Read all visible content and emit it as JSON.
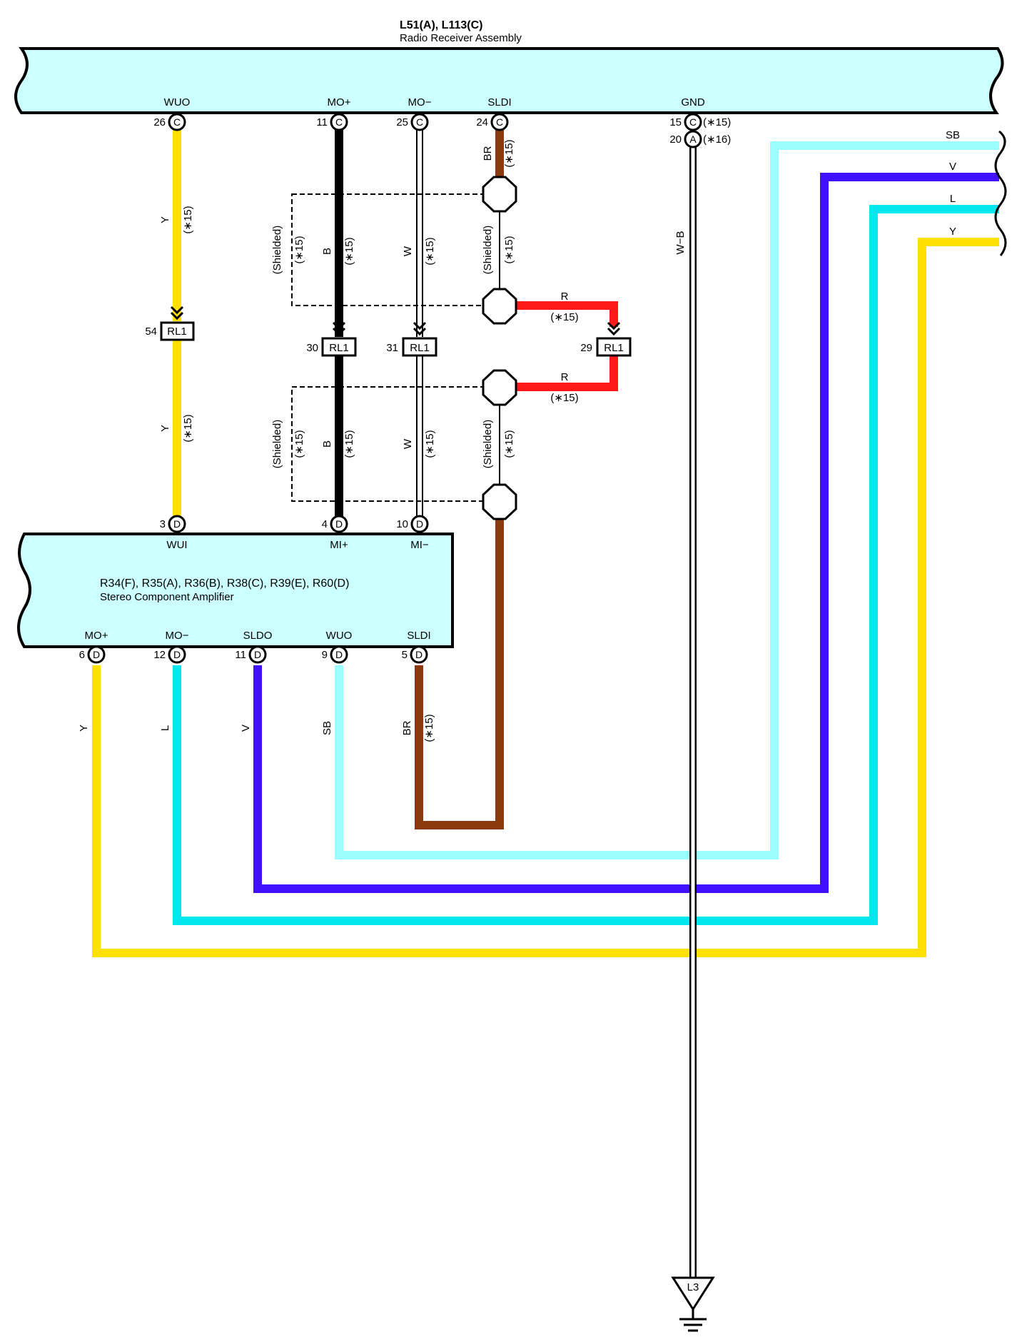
{
  "receiver": {
    "ids": "L51(A), L113(C)",
    "name": "Radio Receiver Assembly",
    "pins": {
      "wuo": {
        "label": "WUO",
        "num": "26",
        "letter": "C"
      },
      "mop": {
        "label": "MO+",
        "num": "11",
        "letter": "C"
      },
      "mom": {
        "label": "MO−",
        "num": "25",
        "letter": "C"
      },
      "sldi": {
        "label": "SLDI",
        "num": "24",
        "letter": "C"
      },
      "gnd": {
        "label": "GND",
        "num": "15",
        "letter": "C",
        "note": "(∗15)",
        "num2": "20",
        "letter2": "A",
        "note2": "(∗16)"
      }
    }
  },
  "amplifier": {
    "ids": "R34(F), R35(A), R36(B), R38(C), R39(E), R60(D)",
    "name": "Stereo Component Amplifier",
    "top_pins": {
      "wui": {
        "label": "WUI",
        "num": "3",
        "letter": "D"
      },
      "mip": {
        "label": "MI+",
        "num": "4",
        "letter": "D"
      },
      "mim": {
        "label": "MI−",
        "num": "10",
        "letter": "D"
      }
    },
    "bottom_pins": {
      "mop": {
        "label": "MO+",
        "num": "6",
        "letter": "D"
      },
      "mom": {
        "label": "MO−",
        "num": "12",
        "letter": "D"
      },
      "sldo": {
        "label": "SLDO",
        "num": "11",
        "letter": "D"
      },
      "wuo": {
        "label": "WUO",
        "num": "9",
        "letter": "D"
      },
      "sldi": {
        "label": "SLDI",
        "num": "5",
        "letter": "D"
      }
    }
  },
  "relays": {
    "r54": {
      "label": "RL1",
      "num": "54"
    },
    "r30": {
      "label": "RL1",
      "num": "30"
    },
    "r31": {
      "label": "RL1",
      "num": "31"
    },
    "r29": {
      "label": "RL1",
      "num": "29"
    }
  },
  "wire_colors": {
    "Y": "Y",
    "B": "B",
    "W": "W",
    "BR": "BR",
    "R": "R",
    "SB": "SB",
    "V": "V",
    "L": "L",
    "WB": "W−B"
  },
  "notes": {
    "n15": "(∗15)",
    "shielded": "(Shielded)"
  },
  "ground": {
    "label": "L3"
  },
  "colors": {
    "connector_fill": "#ccffff",
    "yellow": "#ffe000",
    "black": "#000000",
    "brown": "#8b3a0f",
    "red": "#ff1a1a",
    "light_blue": "#99ffff",
    "violet": "#4010ff",
    "cyan": "#00e8ee"
  }
}
